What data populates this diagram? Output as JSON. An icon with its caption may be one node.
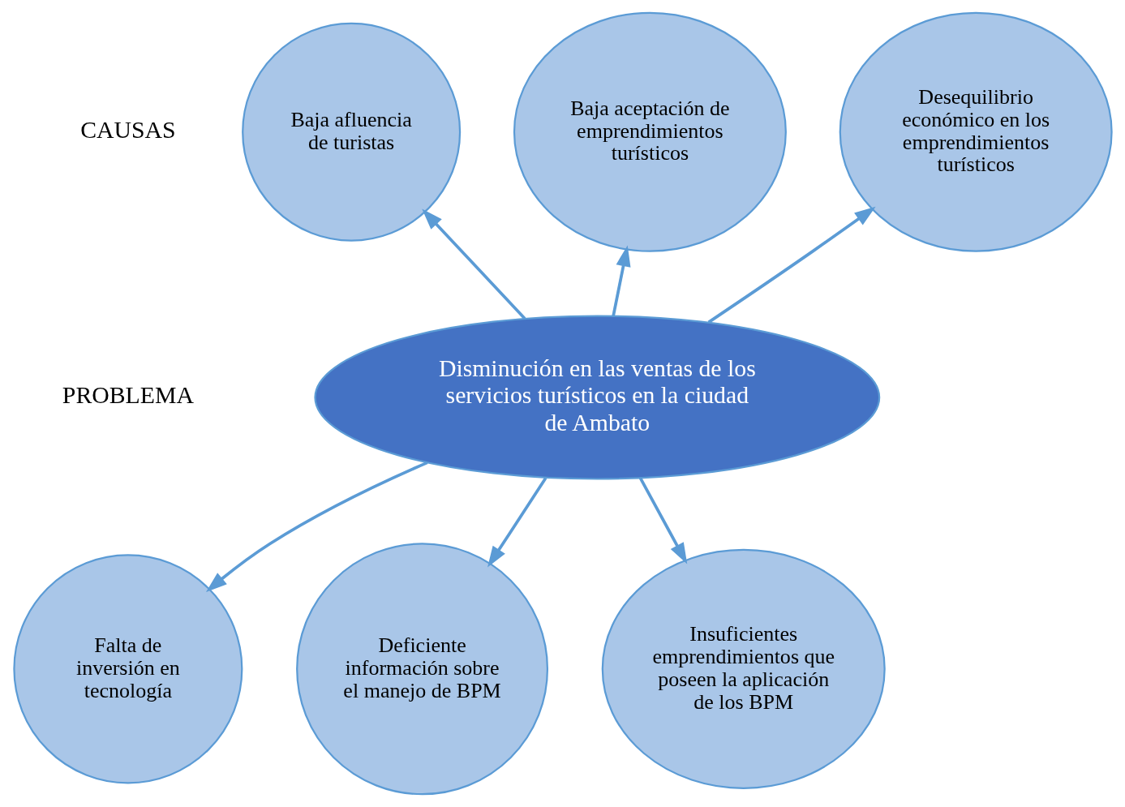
{
  "diagram": {
    "nodes": [
      {
        "text": [
          "Disminución en las ventas de los servicios turísticos en la ciudad de Ambato"
        ]
      },
      {
        "text": [
          "Baja afluencia de turistas"
        ]
      },
      {
        "text": [
          "Baja aceptación de emprendimientos turísticos"
        ]
      },
      {
        "text": [
          "Desequilibrio económico en los emprendimientos turísticos"
        ]
      },
      {
        "text": [
          "Falta de inversión en tecnología"
        ]
      },
      {
        "text": [
          "Deficiente información sobre el manejo de BPM"
        ]
      },
      {
        "text": [
          "Insuficientes emprendimientos que poseen la aplicación de los BPM"
        ]
      }
    ],
    "edges": [
      {
        "from": 0,
        "to": 1,
        "arrow": "to"
      },
      {
        "from": 0,
        "to": 2,
        "arrow": "to"
      },
      {
        "from": 0,
        "to": 3,
        "arrow": "to"
      },
      {
        "from": 0,
        "to": 4,
        "arrow": "to"
      },
      {
        "from": 0,
        "to": 5,
        "arrow": "to"
      },
      {
        "from": 0,
        "to": 6,
        "arrow": "to"
      }
    ],
    "labels": [
      "CAUSAS",
      "PROBLEMA"
    ]
  }
}
